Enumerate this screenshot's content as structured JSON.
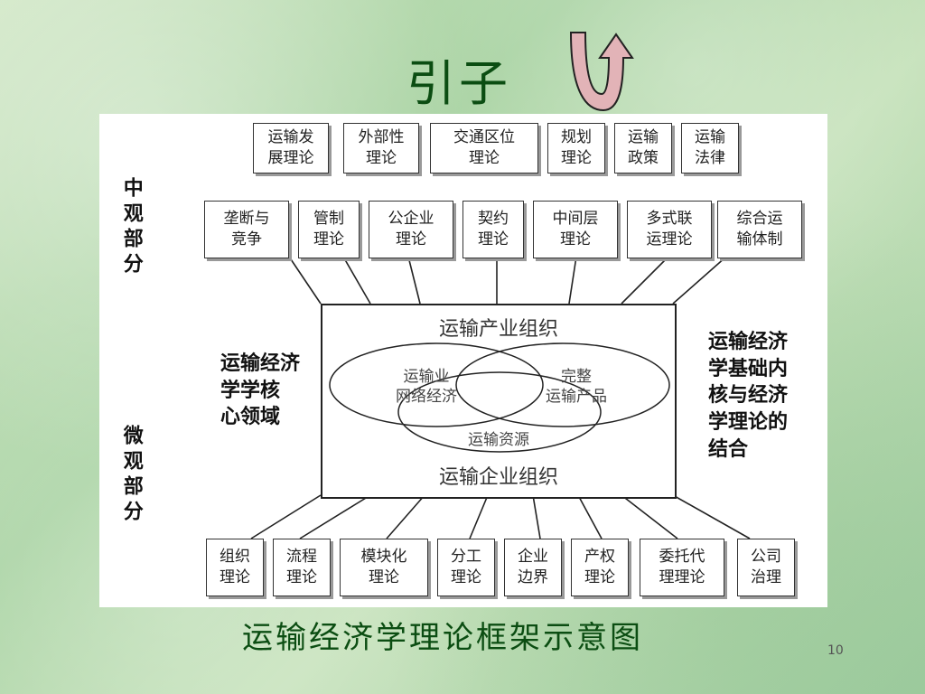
{
  "slide": {
    "title": "引子",
    "caption": "运输经济学理论框架示意图",
    "page_number": "10"
  },
  "diagram": {
    "left_labels": {
      "meso": "中观部分",
      "micro": "微观部分",
      "core_domain": "运输经济\n学学核\n心领域"
    },
    "right_label": "运输经济\n学基础内\n核与经济\n学理论的\n结合",
    "center": {
      "top": "运输产业组织",
      "bottom": "运输企业组织",
      "left_circle": "运输业\n网络经济",
      "right_circle": "完整\n运输产品",
      "bottom_circle": "运输资源"
    },
    "row1": [
      "运输发\n展理论",
      "外部性\n理论",
      "交通区位\n理论",
      "规划\n理论",
      "运输\n政策",
      "运输\n法律"
    ],
    "row2": [
      "垄断与\n竞争",
      "管制\n理论",
      "公企业\n理论",
      "契约\n理论",
      "中间层\n理论",
      "多式联\n运理论",
      "综合运\n输体制"
    ],
    "row3": [
      "组织\n理论",
      "流程\n理论",
      "模块化\n理论",
      "分工\n理论",
      "企业\n边界",
      "产权\n理论",
      "委托代\n理理论",
      "公司\n治理"
    ]
  },
  "icons": {
    "arrow": "curved-up-arrow-icon"
  },
  "colors": {
    "title": "#0b4d12",
    "arrow_fill": "#e2b3b7"
  }
}
